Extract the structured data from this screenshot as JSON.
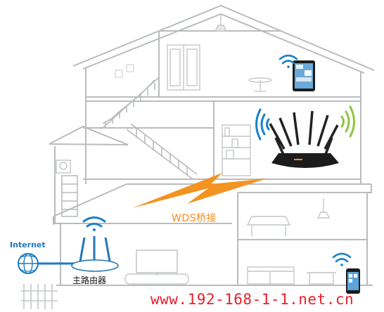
{
  "labels": {
    "internet": "Internet",
    "wds": "WDS桥接",
    "main_router": "主路由器",
    "watermark": "www.192-168-1-1.net.cn"
  },
  "colors": {
    "outline": "#b9bcbe",
    "internet_link": "#1a7bc4",
    "wifi_blue": "#1a82c8",
    "wifi_green": "#8cc63f",
    "wds_bolt": "#f39321",
    "watermark": "#e8202a"
  },
  "icons": [
    "globe-icon",
    "wifi-icon",
    "router-icon",
    "tablet-icon",
    "phone-icon",
    "lightning-bolt-icon"
  ]
}
